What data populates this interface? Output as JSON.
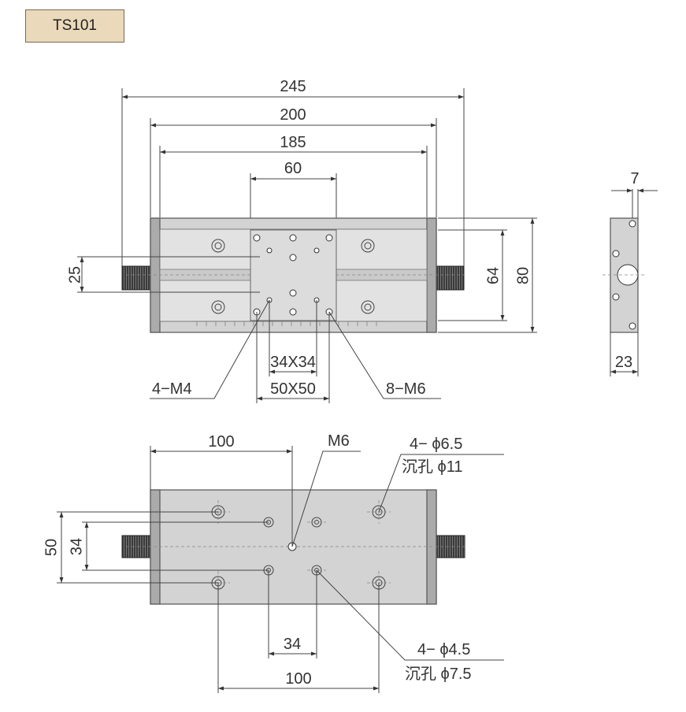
{
  "model": "TS101",
  "top_view": {
    "dim_245": "245",
    "dim_200": "200",
    "dim_185": "185",
    "dim_60": "60",
    "dim_25": "25",
    "dim_64": "64",
    "dim_80": "80",
    "dim_34x34": "34X34",
    "dim_50x50": "50X50",
    "label_4m4": "4−M4",
    "label_8m6": "8−M6"
  },
  "side_view": {
    "dim_7": "7",
    "dim_23": "23"
  },
  "bottom_view": {
    "dim_100_top": "100",
    "label_m6": "M6",
    "label_hole_a1": "4− ϕ6.5",
    "label_hole_a2": "沉孔 ϕ11",
    "dim_50": "50",
    "dim_34_left": "34",
    "dim_34_bottom": "34",
    "dim_100_bottom": "100",
    "label_hole_b1": "4− ϕ4.5",
    "label_hole_b2": "沉孔 ϕ7.5"
  }
}
